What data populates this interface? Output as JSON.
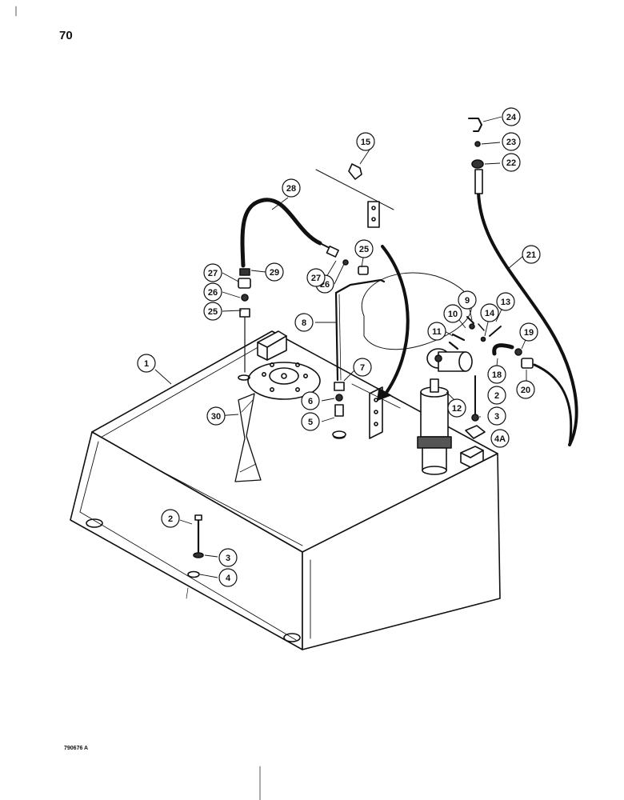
{
  "page": {
    "number": "70",
    "figure_code": "790676 A"
  },
  "callouts": [
    {
      "label": "1",
      "part": "fuel-tank"
    },
    {
      "label": "2",
      "part": "cap-screw"
    },
    {
      "label": "3",
      "part": "lock-washer"
    },
    {
      "label": "4",
      "part": "flat-washer"
    },
    {
      "label": "2",
      "part": "cap-screw"
    },
    {
      "label": "3",
      "part": "lock-washer"
    },
    {
      "label": "4A",
      "part": "plate"
    },
    {
      "label": "5",
      "part": "fitting"
    },
    {
      "label": "6",
      "part": "nut"
    },
    {
      "label": "7",
      "part": "fitting"
    },
    {
      "label": "8",
      "part": "tube"
    },
    {
      "label": "9",
      "part": "nut"
    },
    {
      "label": "10",
      "part": "bolt"
    },
    {
      "label": "11",
      "part": "clamp"
    },
    {
      "label": "12",
      "part": "fuel-pump"
    },
    {
      "label": "13",
      "part": "screw"
    },
    {
      "label": "14",
      "part": "washer"
    },
    {
      "label": "15",
      "part": "clip"
    },
    {
      "label": "18",
      "part": "elbow"
    },
    {
      "label": "19",
      "part": "sleeve"
    },
    {
      "label": "20",
      "part": "nut"
    },
    {
      "label": "21",
      "part": "hose"
    },
    {
      "label": "22",
      "part": "nut"
    },
    {
      "label": "23",
      "part": "sleeve"
    },
    {
      "label": "24",
      "part": "elbow"
    },
    {
      "label": "25",
      "part": "fitting"
    },
    {
      "label": "25",
      "part": "fitting"
    },
    {
      "label": "26",
      "part": "sleeve"
    },
    {
      "label": "26",
      "part": "sleeve"
    },
    {
      "label": "27",
      "part": "nut"
    },
    {
      "label": "27",
      "part": "nut"
    },
    {
      "label": "28",
      "part": "hose"
    },
    {
      "label": "29",
      "part": "sleeve"
    },
    {
      "label": "30",
      "part": "baffle"
    }
  ]
}
